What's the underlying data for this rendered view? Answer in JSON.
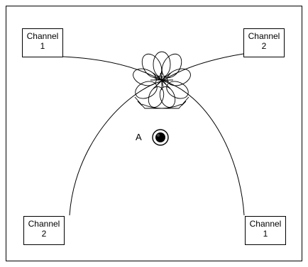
{
  "boxes": {
    "top_left": {
      "line1": "Channel",
      "line2": "1"
    },
    "top_right": {
      "line1": "Channel",
      "line2": "2"
    },
    "bottom_left": {
      "line1": "Channel",
      "line2": "2"
    },
    "bottom_right": {
      "line1": "Channel",
      "line2": "1"
    }
  },
  "point": {
    "label": "A"
  }
}
